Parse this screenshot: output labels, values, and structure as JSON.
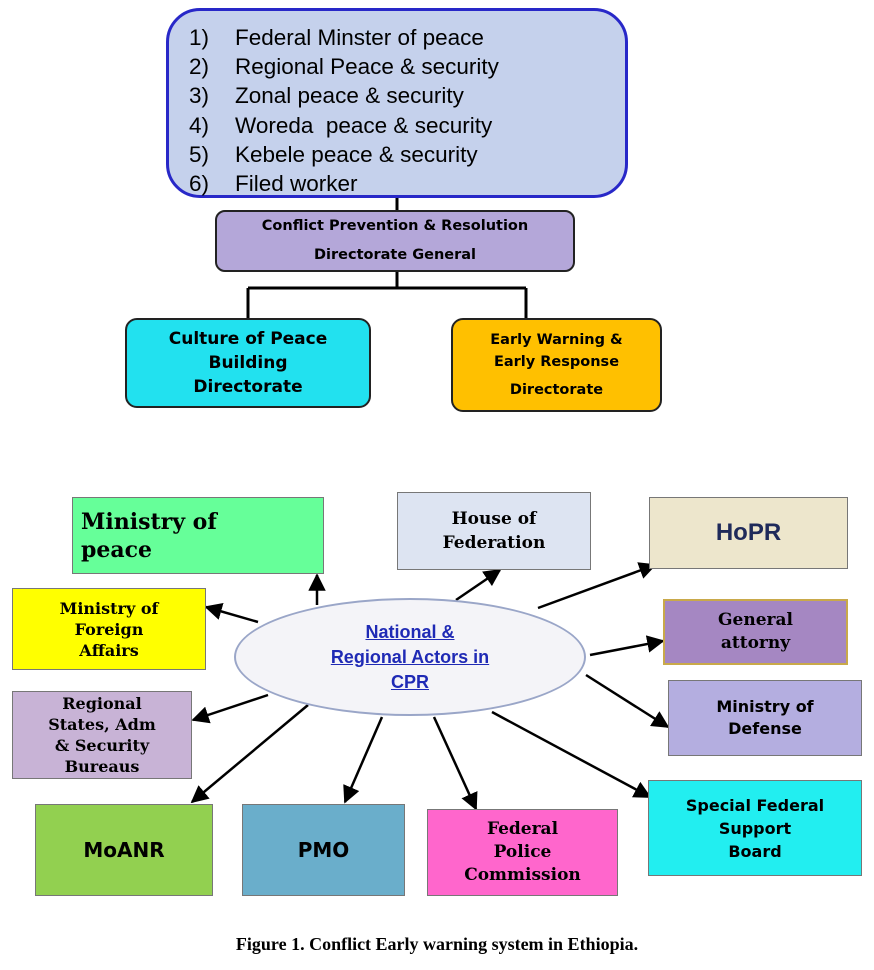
{
  "hierarchy": {
    "items": [
      {
        "num": "1)",
        "label": "Federal Minster of peace"
      },
      {
        "num": "2)",
        "label": "Regional Peace & security"
      },
      {
        "num": "3)",
        "label": "Zonal peace & security"
      },
      {
        "num": "4)",
        "label": "Woreda  peace & security"
      },
      {
        "num": "5)",
        "label": "Kebele peace & security"
      },
      {
        "num": "6)",
        "label": "Filed worker"
      }
    ]
  },
  "directorate_general": {
    "line1": "Conflict Prevention & Resolution",
    "line2": "Directorate General"
  },
  "culture_of_peace": "Culture of Peace\nBuilding\nDirectorate",
  "early_warning": {
    "line1": "Early Warning &",
    "line2": "Early Response",
    "line3": "Directorate"
  },
  "center": "National &\nRegional Actors in\nCPR",
  "actors": {
    "ministry_of_peace": "Ministry of\npeace",
    "house_of_federation": "House of\nFederation",
    "hopr": "HoPR",
    "ministry_foreign_affairs": "Ministry of\nForeign\nAffairs",
    "general_attorney": "General\nattorny",
    "regional_states": "Regional\nStates, Adm\n& Security\nBureaus",
    "ministry_of_defense": "Ministry of\nDefense",
    "moanr": "MoANR",
    "pmo": "PMO",
    "federal_police": "Federal\nPolice\nCommission",
    "special_federal_support": "Special Federal\nSupport\nBoard"
  },
  "colors": {
    "hierarchy_fill": "#c5d1ec",
    "hierarchy_border": "#2828c8",
    "directorate_general": "#b4a7d9",
    "culture_of_peace": "#22e1ef",
    "early_warning": "#ffc000",
    "ministry_of_peace": "#66ff99",
    "house_of_federation": "#dde4f2",
    "hopr": "#ede6cc",
    "ministry_foreign_affairs": "#ffff00",
    "general_attorney": "#a587c2",
    "regional_states": "#c8b3d6",
    "ministry_of_defense": "#b4aee0",
    "moanr": "#92d050",
    "pmo": "#6aaecb",
    "federal_police": "#ff66cc",
    "special_federal_support": "#22eef0"
  },
  "caption": "Figure 1. Conflict Early warning system in Ethiopia."
}
